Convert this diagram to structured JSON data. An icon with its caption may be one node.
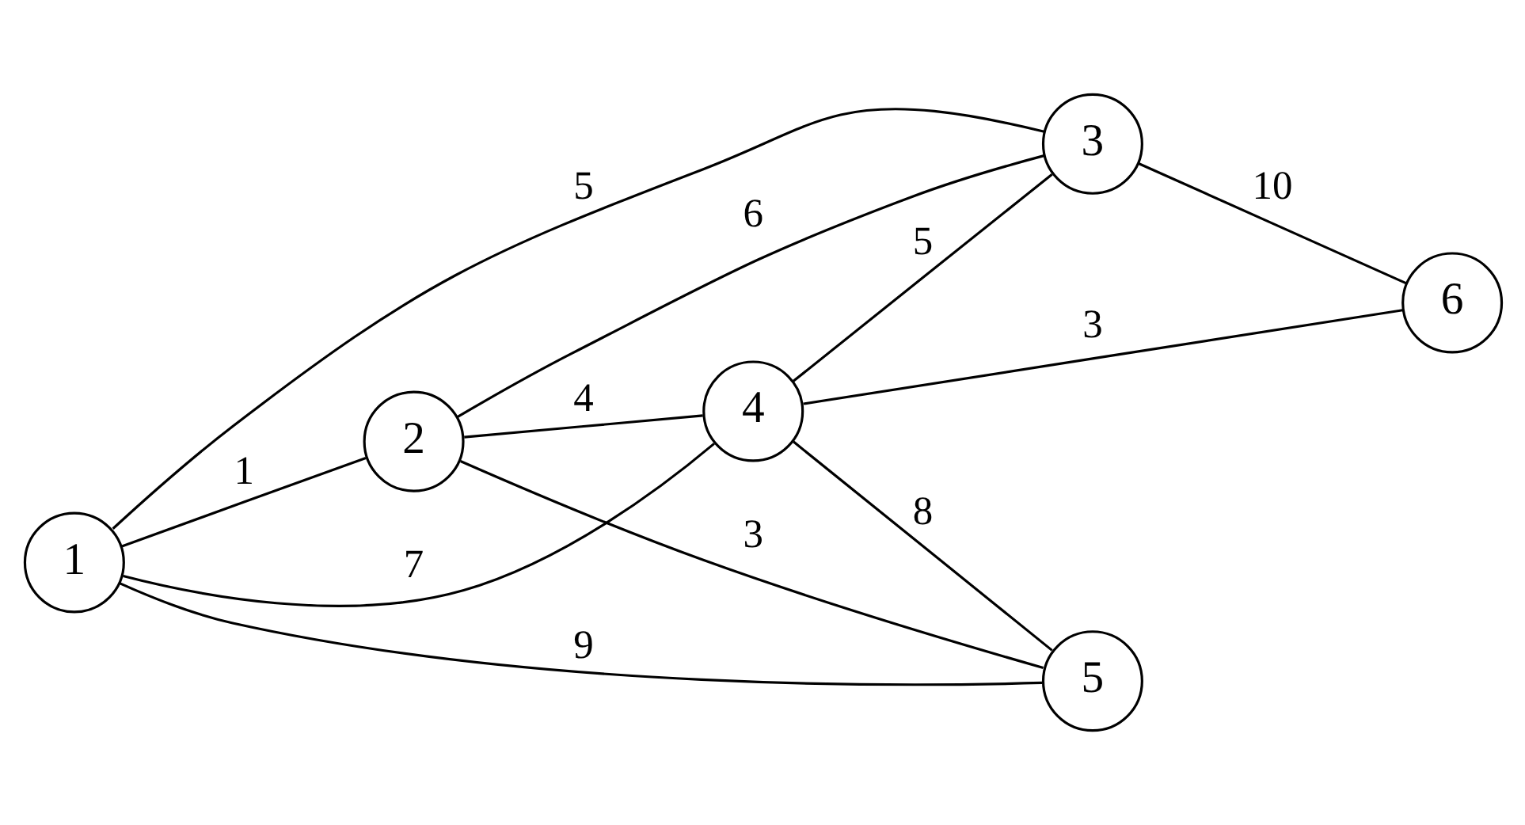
{
  "diagram": {
    "nodes": [
      {
        "text": [
          "1"
        ]
      },
      {
        "text": [
          "2"
        ]
      },
      {
        "text": [
          "3"
        ]
      },
      {
        "text": [
          "4"
        ]
      },
      {
        "text": [
          "5"
        ]
      },
      {
        "text": [
          "6"
        ]
      }
    ],
    "edges": [
      {
        "from": 0,
        "to": 1,
        "arrow": "none",
        "label": "1"
      },
      {
        "from": 1,
        "to": 4,
        "arrow": "none",
        "label": "3"
      },
      {
        "from": 0,
        "to": 4,
        "arrow": "none",
        "label": "9"
      },
      {
        "from": 1,
        "to": 3,
        "arrow": "none",
        "label": "4"
      },
      {
        "from": 1,
        "to": 2,
        "arrow": "none",
        "label": "6"
      },
      {
        "from": 0,
        "to": 2,
        "arrow": "none",
        "label": "5"
      },
      {
        "from": 0,
        "to": 3,
        "arrow": "none",
        "label": "7"
      },
      {
        "from": 3,
        "to": 2,
        "arrow": "none",
        "label": "5"
      },
      {
        "from": 3,
        "to": 4,
        "arrow": "none",
        "label": "8"
      },
      {
        "from": 2,
        "to": 5,
        "arrow": "none",
        "label": "10"
      },
      {
        "from": 3,
        "to": 5,
        "arrow": "none",
        "label": "3"
      }
    ]
  }
}
